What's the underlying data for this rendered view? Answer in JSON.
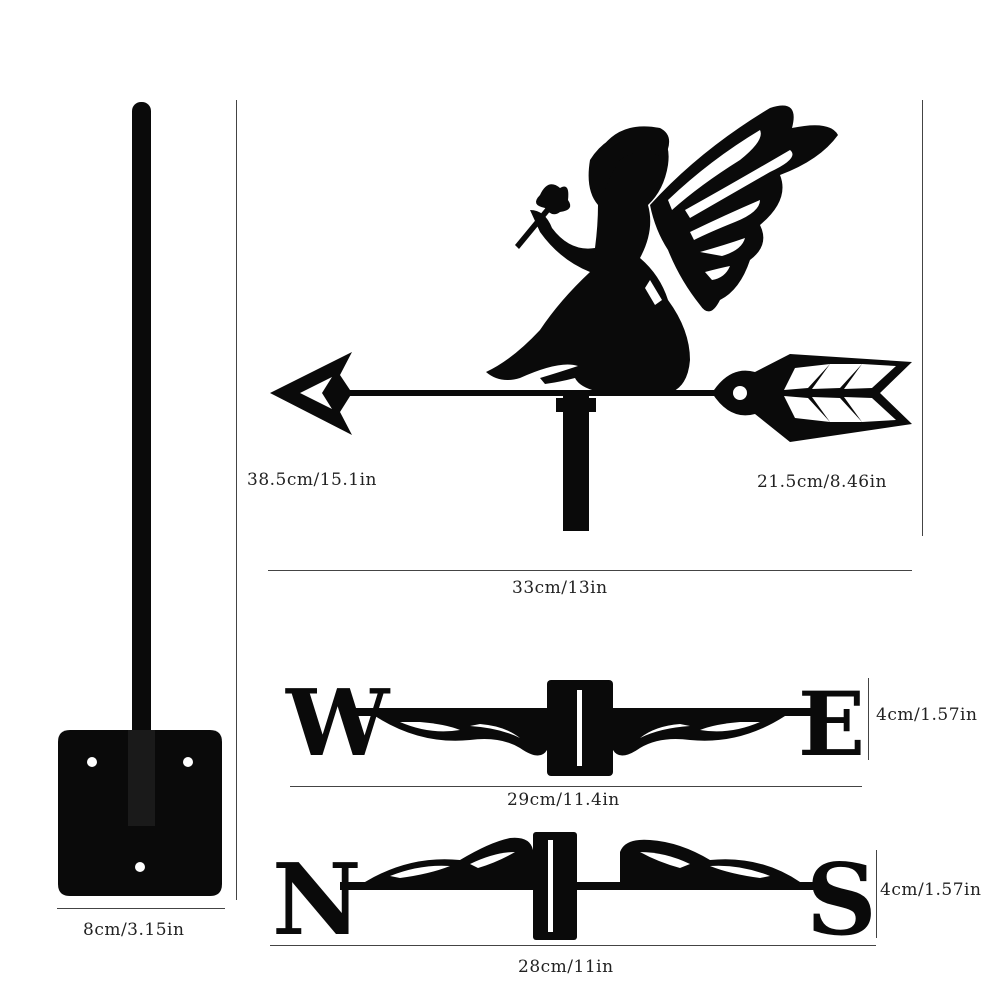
{
  "dimensions": {
    "vane_left_height": "38.5cm/15.1in",
    "vane_right_height": "21.5cm/8.46in",
    "vane_width": "33cm/13in",
    "we_height": "4cm/1.57in",
    "we_width": "29cm/11.4in",
    "ns_height": "4cm/1.57in",
    "ns_width": "28cm/11in",
    "base_width": "8cm/3.15in"
  },
  "compass_letters": {
    "west": "W",
    "east": "E",
    "north": "N",
    "south": "S"
  },
  "colors": {
    "metal": "#0a0a0a",
    "measure_line": "#444444",
    "background": "#ffffff"
  }
}
